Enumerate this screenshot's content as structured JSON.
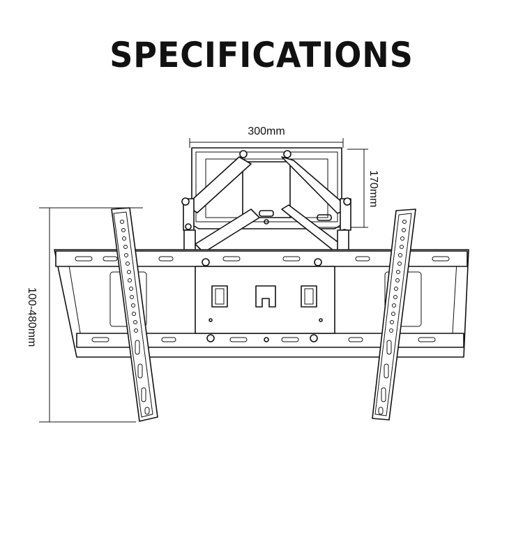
{
  "title": "SPECIFICATIONS",
  "dimensions": {
    "width_label": "300mm",
    "height_label": "170mm",
    "vesa_label": "100-480mm"
  },
  "colors": {
    "line": "#111111",
    "background": "#ffffff"
  }
}
